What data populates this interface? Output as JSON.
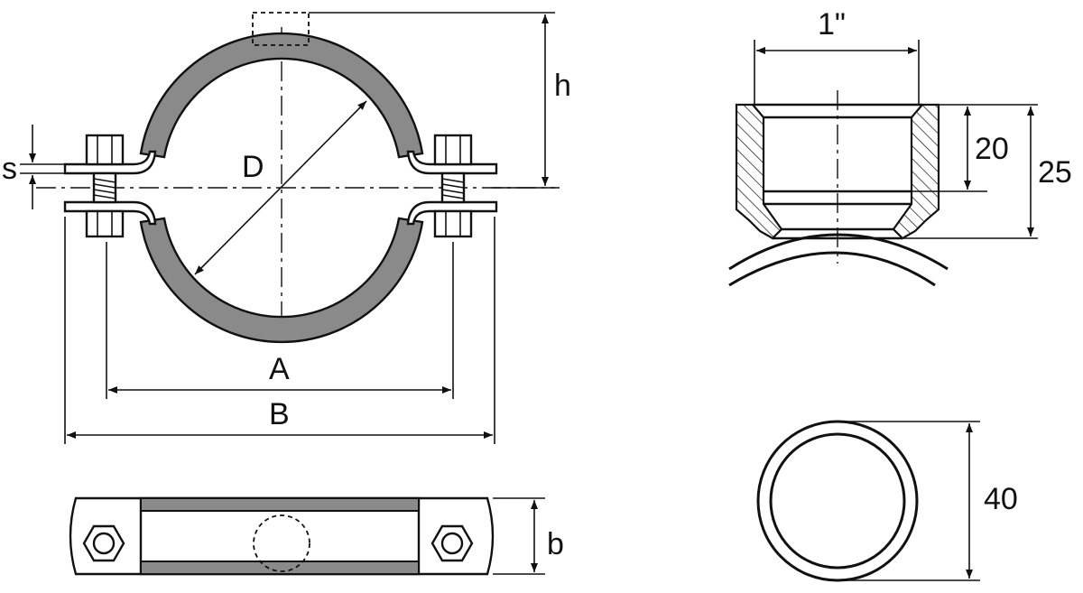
{
  "labels": {
    "diameter": "D",
    "height": "h",
    "thickness": "s",
    "bolt_centers": "A",
    "overall_width": "B",
    "band_width": "b",
    "thread_size": "1\"",
    "thread_depth": "20",
    "socket_height": "25",
    "socket_diameter": "40"
  }
}
